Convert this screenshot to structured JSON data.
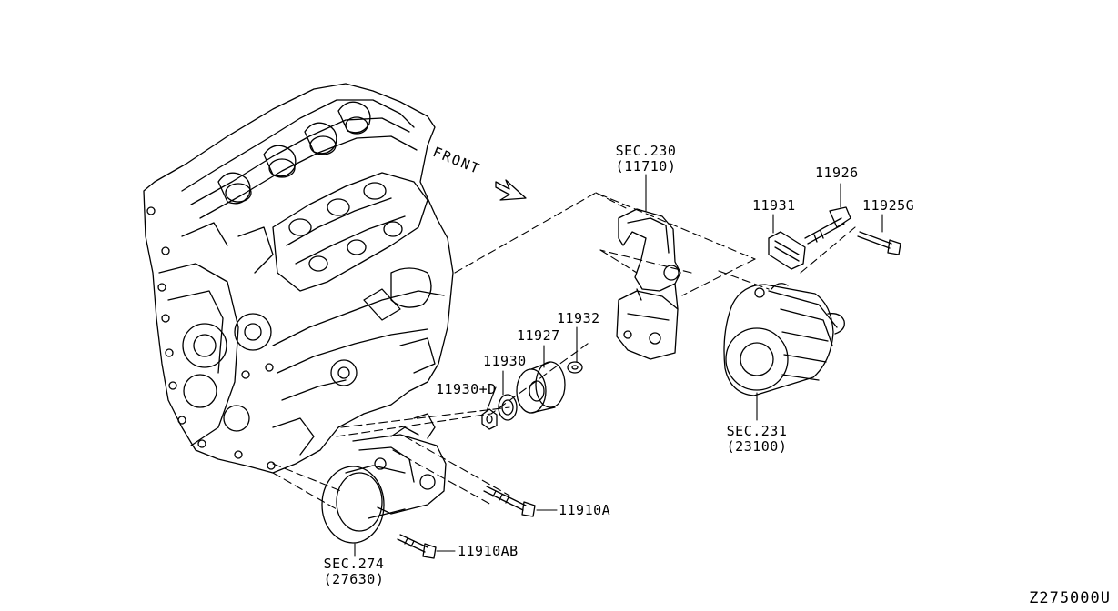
{
  "direction_label": "FRONT",
  "figure_id": "Z275000U",
  "callouts": {
    "sec230": {
      "sec": "SEC.230",
      "ref": "(11710)"
    },
    "p11926": "11926",
    "p11931": "11931",
    "p11925g": "11925G",
    "p11927": "11927",
    "p11932": "11932",
    "p11930": "11930",
    "p11930d": "11930+D",
    "sec231": {
      "sec": "SEC.231",
      "ref": "(23100)"
    },
    "p11910a": "11910A",
    "p11910ab": "11910AB",
    "sec274": {
      "sec": "SEC.274",
      "ref": "(27630)"
    }
  }
}
